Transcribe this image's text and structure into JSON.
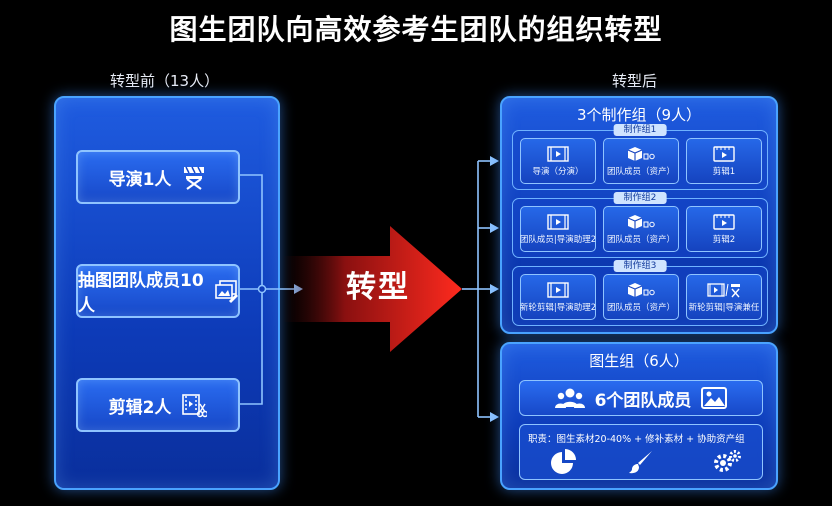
{
  "title": "图生团队向高效参考生团队的组织转型",
  "before": {
    "label": "转型前（13人）",
    "roles": [
      {
        "label": "导演1人",
        "icon": "director-chair-icon"
      },
      {
        "label": "抽图团队成员10人",
        "icon": "images-edit-icon"
      },
      {
        "label": "剪辑2人",
        "icon": "video-scissors-icon"
      }
    ]
  },
  "transition": {
    "label": "转型"
  },
  "after": {
    "label": "转型后",
    "production": {
      "title": "3个制作组（9人）",
      "teams": [
        {
          "tag": "制作组1",
          "cells": [
            "导演（分演）",
            "团队成员（资产）",
            "剪辑1"
          ]
        },
        {
          "tag": "制作组2",
          "cells": [
            "团队成员|导演助理2",
            "团队成员（资产）",
            "剪辑2"
          ]
        },
        {
          "tag": "制作组3",
          "cells": [
            "新轮剪辑|导演助理2",
            "团队成员（资产）",
            "新轮剪辑|导演兼任"
          ]
        }
      ]
    },
    "image_group": {
      "title": "图生组（6人）",
      "members": "6个团队成员",
      "duty": "职责：图生素材20-40% + 修补素材 + 协助资产组"
    }
  },
  "colors": {
    "panel": "#1748c8",
    "border": "#4aa3ff",
    "arrow": "#e02020",
    "background": "#000000"
  }
}
